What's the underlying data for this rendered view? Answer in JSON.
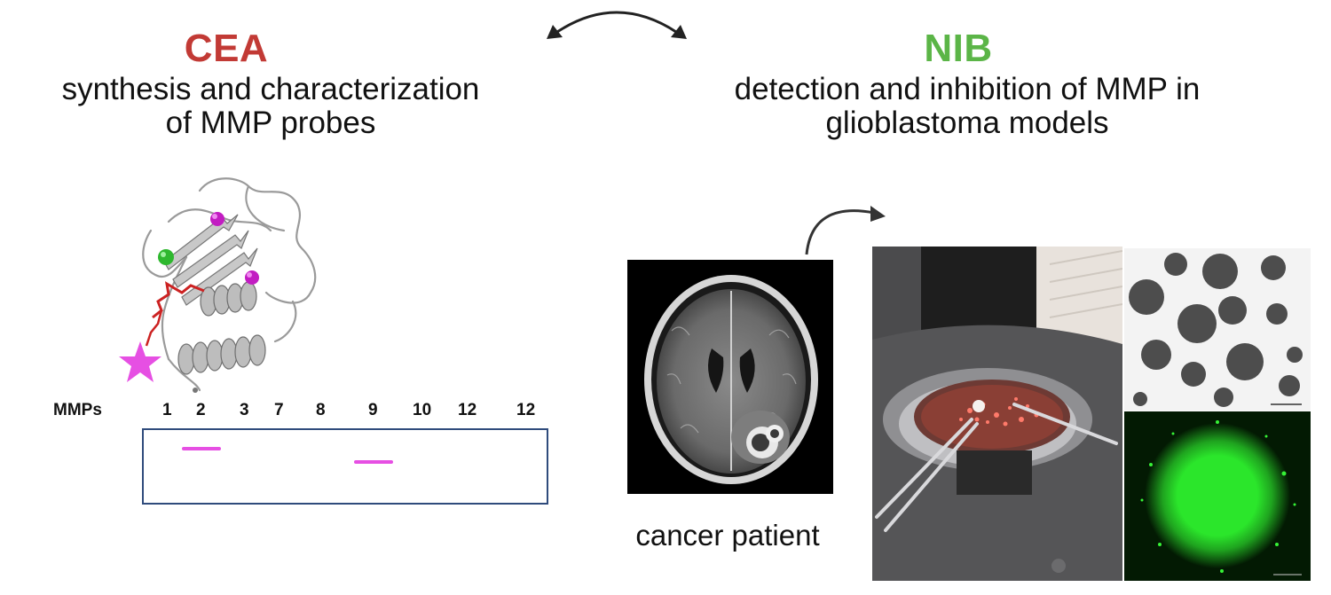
{
  "left": {
    "lab": "CEA",
    "lab_color": "#c23a35",
    "description_line1": "synthesis and characterization",
    "description_line2": "of MMP probes"
  },
  "right": {
    "lab": "NIB",
    "lab_color": "#5bb547",
    "description_line1": "detection and inhibition of MMP in",
    "description_line2": "glioblastoma models"
  },
  "gel": {
    "row_label": "MMPs",
    "lanes": [
      "1",
      "2",
      "3",
      "7",
      "8",
      "9",
      "10",
      "12",
      "12"
    ],
    "band_color": "#e64fe3",
    "frame_color": "#2f4b7c",
    "bands_in_lanes": [
      "2",
      "9"
    ]
  },
  "caption": "cancer patient",
  "icons": {
    "double_arrow": "double-headed-curved-arrow-icon",
    "curved_arrow": "curved-arrow-icon",
    "star": "star-icon"
  },
  "colors": {
    "star": "#e64fe3",
    "ligand": "#cc2222",
    "metal_zinc": "#c21cc2",
    "metal_calcium": "#2eb82e",
    "fluorescence": "#2be62b"
  }
}
